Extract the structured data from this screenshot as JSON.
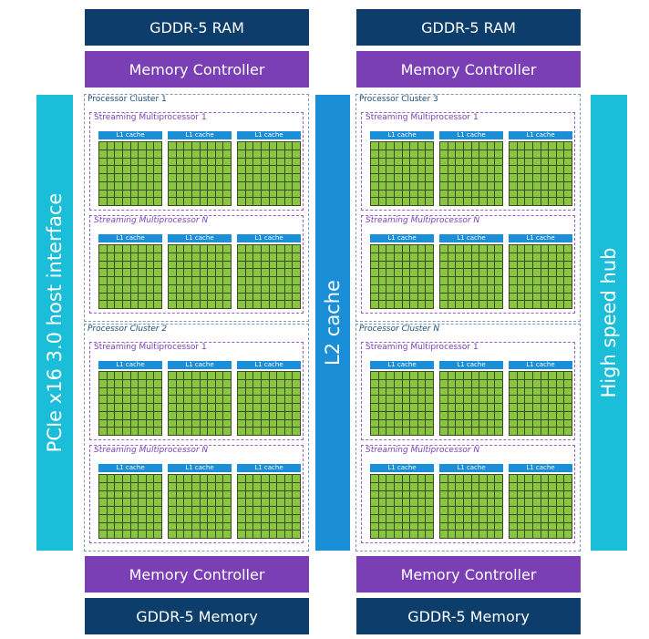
{
  "top": {
    "ram_left": "GDDR-5 RAM",
    "ram_right": "GDDR-5 RAM",
    "mc_left": "Memory Controller",
    "mc_right": "Memory Controller"
  },
  "bottom": {
    "mc_left": "Memory Controller",
    "mc_right": "Memory Controller",
    "mem_left": "GDDR-5 Memory",
    "mem_right": "GDDR-5 Memory"
  },
  "side": {
    "pcie": "PCIe x16 3.0 host interface",
    "l2": "L2 cache",
    "hub": "High speed hub"
  },
  "clusters": [
    {
      "label": "Processor Cluster 1",
      "sm": [
        "Streaming Multiprocessor 1",
        "Streaming Multiprocessor N"
      ]
    },
    {
      "label": "Processor Cluster 2",
      "sm": [
        "Streaming Multiprocessor 1",
        "Streaming Multiprocessor N"
      ]
    },
    {
      "label": "Processor Cluster 3",
      "sm": [
        "Streaming Multiprocessor 1",
        "Streaming Multiprocessor N"
      ]
    },
    {
      "label": "Processor Cluster N",
      "sm": [
        "Streaming Multiprocessor 1",
        "Streaming Multiprocessor N"
      ]
    }
  ],
  "l1_label": "L1 cache",
  "colors": {
    "dark_blue": "#0c3d6b",
    "purple": "#7a3fb5",
    "teal": "#1bbed9",
    "blue": "#1a8fd8",
    "core_green": "#8ac53f"
  }
}
